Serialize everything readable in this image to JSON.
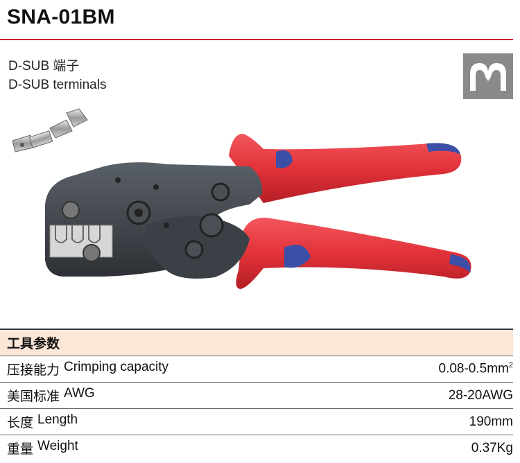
{
  "product": {
    "model": "SNA-01BM",
    "subtitle_zh": "D-SUB 端子",
    "subtitle_en": "D-SUB terminals"
  },
  "colors": {
    "accent_rule": "#c9242b",
    "header_bg": "#fbe6d7",
    "handle_red": "#e2323a",
    "handle_blue": "#3b4fa6",
    "jaw_gray": "#3d4248"
  },
  "icons": {
    "die_profile": "crimp-die-profile-icon",
    "terminal": "dsub-terminal-image",
    "tool": "crimping-plier-image"
  },
  "specs": {
    "header": "工具参数",
    "rows": [
      {
        "label_zh": "压接能力",
        "label_en": "Crimping capacity",
        "value": "0.08-0.5mm",
        "value_sup": "2"
      },
      {
        "label_zh": "美国标准",
        "label_en": "AWG",
        "value": "28-20AWG",
        "value_sup": ""
      },
      {
        "label_zh": "长度",
        "label_en": "Length",
        "value": "190mm",
        "value_sup": ""
      },
      {
        "label_zh": "重量",
        "label_en": "Weight",
        "value": "0.37Kg",
        "value_sup": ""
      }
    ]
  }
}
